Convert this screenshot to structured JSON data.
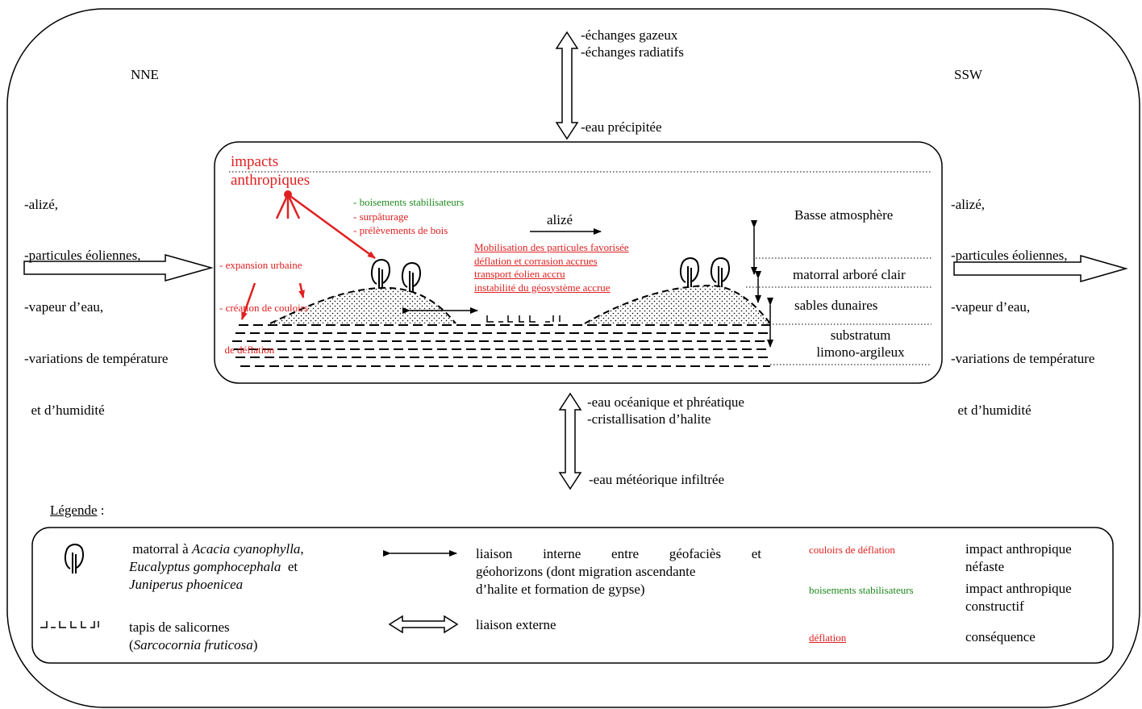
{
  "top_exchanges": [
    "-échanges gazeux",
    "-échanges radiatifs"
  ],
  "precipitation": "-eau précipitée",
  "direction_left": "NNE",
  "direction_right": "SSW",
  "left_inputs": [
    "-alizé,",
    "-particules éoliennes,",
    "-vapeur d’eau,",
    "-variations de température",
    "  et d’humidité"
  ],
  "right_outputs": [
    "-alizé,",
    "-particules éoliennes,",
    "-vapeur d’eau,",
    "-variations de température",
    "  et d’humidité"
  ],
  "impacts": {
    "title": [
      "impacts",
      "anthropiques"
    ],
    "green_list": [
      "- boisements stabilisateurs"
    ],
    "red_list": [
      "- surpâturage",
      "- prélèvements de bois"
    ],
    "left_list": [
      "- expansion urbaine",
      "- création de couloirs",
      "  de déflation"
    ],
    "consequences": [
      "Mobilisation des particules favorisée",
      "déflation et corrasion accrues",
      "transport éolien accru",
      "instabilité du géosystème accrue"
    ]
  },
  "wind_label": "alizé",
  "layers": [
    "Basse atmosphère",
    "matorral arboré clair",
    "sables dunaires",
    "substratum",
    "limono-argileux"
  ],
  "bottom_exchanges": [
    "-eau océanique et phréatique",
    "-cristallisation d’halite"
  ],
  "infiltration": "-eau météorique infiltrée",
  "legend": {
    "title": "Légende",
    "title_suffix": " :",
    "matorral_prefix": "matorral à ",
    "matorral_species_1": "Acacia cyanophylla",
    "matorral_comma": ",",
    "matorral_species_2": "Eucalyptus gomphocephala",
    "matorral_and": "  et",
    "matorral_species_3": "Juniperus phoenicea",
    "salicorne_label": "tapis de salicornes",
    "salicorne_open": "(",
    "salicorne_species": "Sarcocornia fruticosa",
    "salicorne_close": ")",
    "internal_link": [
      "liaison interne entre géofaciès et",
      "géohorizons (dont migration ascendante",
      "d’halite et formation de gypse)"
    ],
    "external_link": "liaison externe",
    "example_harmful": "couloirs de déflation",
    "harmful_label": [
      "impact anthropique",
      "néfaste"
    ],
    "example_constructive": "boisements stabilisateurs",
    "constructive_label": [
      "impact anthropique",
      "constructif"
    ],
    "example_consequence": "déflation",
    "consequence_label": "conséquence"
  },
  "colors": {
    "negative": "#e02020",
    "positive": "#1f8a1f",
    "line": "#000000"
  }
}
